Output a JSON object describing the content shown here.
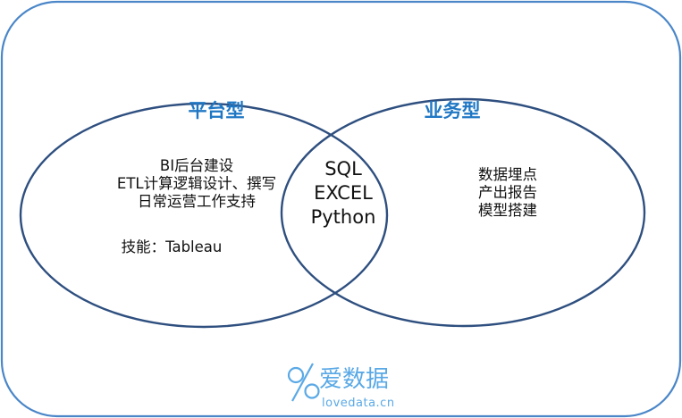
{
  "colors": {
    "frame": "#4a86c8",
    "circle": "#2e4f7f",
    "title": "#1f77c4",
    "text": "#111111",
    "logo": "#5aa9e6"
  },
  "left_circle": {
    "title": "平台型",
    "lines": [
      "BI后台建设",
      "ETL计算逻辑设计、撰写",
      "日常运营工作支持"
    ],
    "skill": "技能：Tableau"
  },
  "right_circle": {
    "title": "业务型",
    "lines": [
      "数据埋点",
      "产出报告",
      "模型搭建"
    ]
  },
  "overlap": {
    "lines": [
      "SQL",
      "EXCEL",
      "Python"
    ]
  },
  "logo": {
    "icon": "percent-logo-icon",
    "brand": "爱数据",
    "domain": "lovedata.cn"
  }
}
